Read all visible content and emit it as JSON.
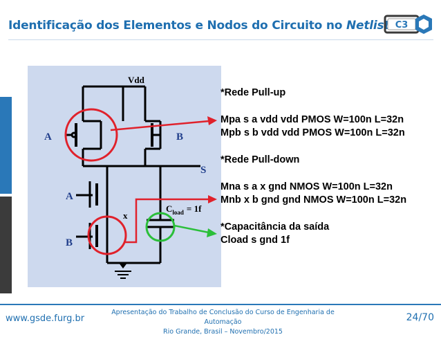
{
  "header": {
    "title_main": "Identificação dos Elementos e Nodos do Circuito no ",
    "title_emph": "Netlist",
    "logo_text": "C3"
  },
  "circuit": {
    "vdd": "Vdd",
    "in_a_top": "A",
    "in_b_top": "B",
    "out_s": "S",
    "in_a_bottom": "A",
    "in_b_bottom": "B",
    "node_x": "x",
    "cload_main": "C",
    "cload_sub": "load",
    "cload_value": "= 1f"
  },
  "netlist": {
    "lines": [
      "*Rede Pull-up",
      "",
      "Mpa s a vdd vdd PMOS W=100n L=32n",
      "Mpb s b vdd vdd PMOS W=100n L=32n",
      "",
      "*Rede Pull-down",
      "",
      "Mna s a x gnd NMOS W=100n L=32n",
      "Mnb x b gnd gnd NMOS W=100n L=32n",
      "",
      "*Capacitância da saída",
      "Cload s gnd 1f"
    ]
  },
  "footer": {
    "url": "www.gsde.furg.br",
    "line1": "Apresentação do Trabalho de Conclusão do Curso de Engenharia de Automação",
    "line2": "Rio Grande, Brasil – Novembro/2015",
    "page": "24/70"
  },
  "colors": {
    "brand_blue": "#1f6fb0",
    "highlight_red": "#e0212b",
    "highlight_green": "#2bbf3a",
    "circuit_bg": "#cdd9ee"
  }
}
